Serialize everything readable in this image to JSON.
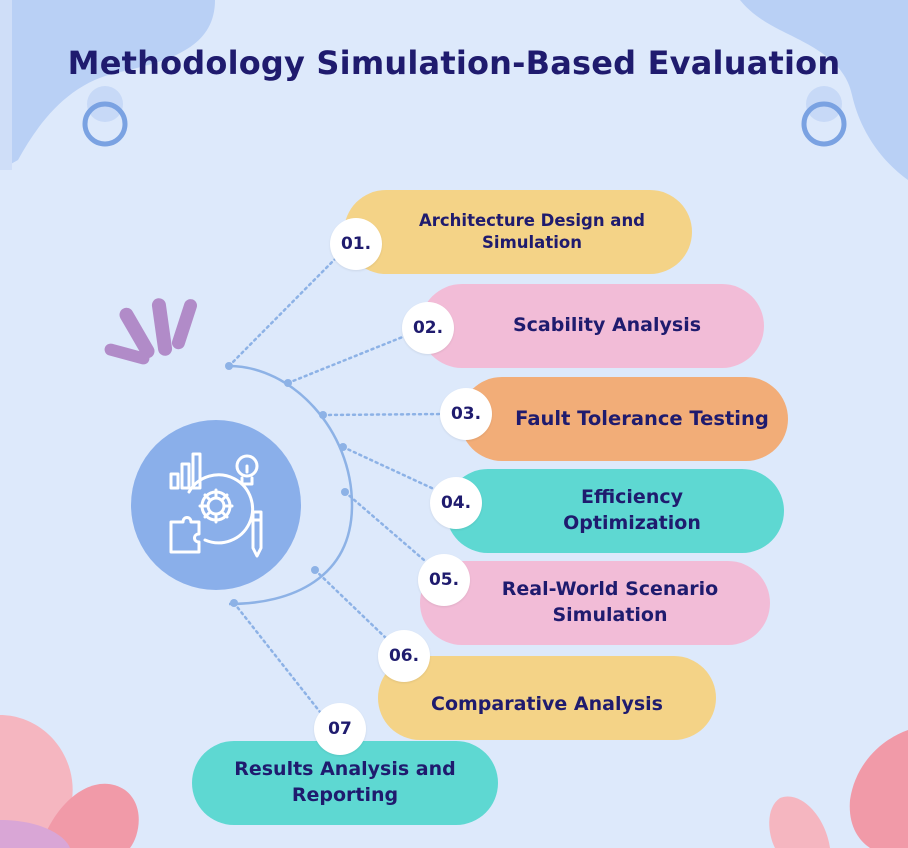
{
  "title": "Methodology Simulation-Based Evaluation",
  "steps": [
    {
      "number": "01.",
      "label": "Architecture Design and Simulation",
      "color": "#f4d387"
    },
    {
      "number": "02.",
      "label": "Scability Analysis",
      "color": "#f2bcd7"
    },
    {
      "number": "03.",
      "label": "Fault Tolerance Testing",
      "color": "#f2ad78"
    },
    {
      "number": "04.",
      "label": "Efficiency Optimization",
      "color": "#5ed8d2"
    },
    {
      "number": "05.",
      "label": "Real-World Scenario Simulation",
      "color": "#f2bcd7"
    },
    {
      "number": "06.",
      "label": "Comparative Analysis",
      "color": "#f4d387"
    },
    {
      "number": "07",
      "label": "Results Analysis and Reporting",
      "color": "#5ed8d2"
    }
  ],
  "colors": {
    "background": "#dde9fb",
    "title": "#1f1b6e",
    "hub": "#8aafea",
    "connector": "#8db2e6"
  },
  "hub_icon": "analytics-gear-lightbulb-puzzle-pencil-icon"
}
